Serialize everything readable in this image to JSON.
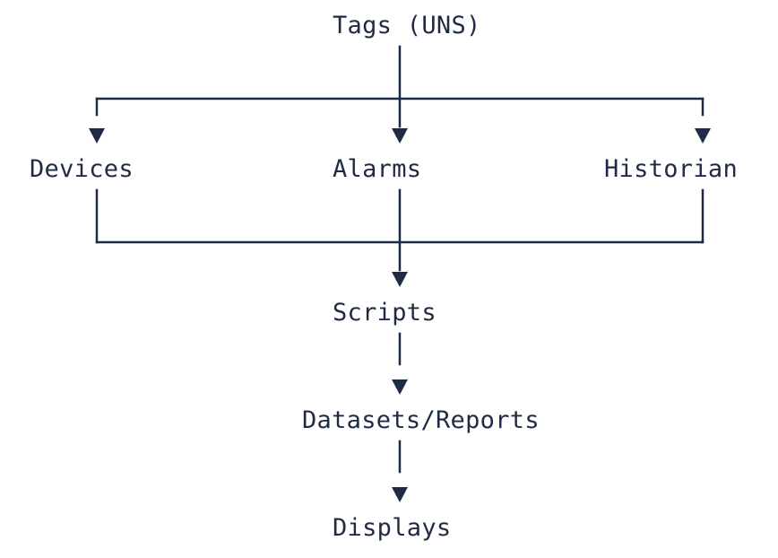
{
  "theme": {
    "ink": "#1f2a44",
    "background": "#ffffff"
  },
  "nodes": {
    "tags": "Tags (UNS)",
    "devices": "Devices",
    "alarms": "Alarms",
    "historian": "Historian",
    "scripts": "Scripts",
    "datasets_reports": "Datasets/Reports",
    "displays": "Displays"
  },
  "edges": [
    {
      "from": "tags",
      "to": "devices"
    },
    {
      "from": "tags",
      "to": "alarms"
    },
    {
      "from": "tags",
      "to": "historian"
    },
    {
      "from": "devices",
      "to": "scripts"
    },
    {
      "from": "alarms",
      "to": "scripts"
    },
    {
      "from": "historian",
      "to": "scripts"
    },
    {
      "from": "scripts",
      "to": "datasets_reports"
    },
    {
      "from": "datasets_reports",
      "to": "displays"
    }
  ]
}
